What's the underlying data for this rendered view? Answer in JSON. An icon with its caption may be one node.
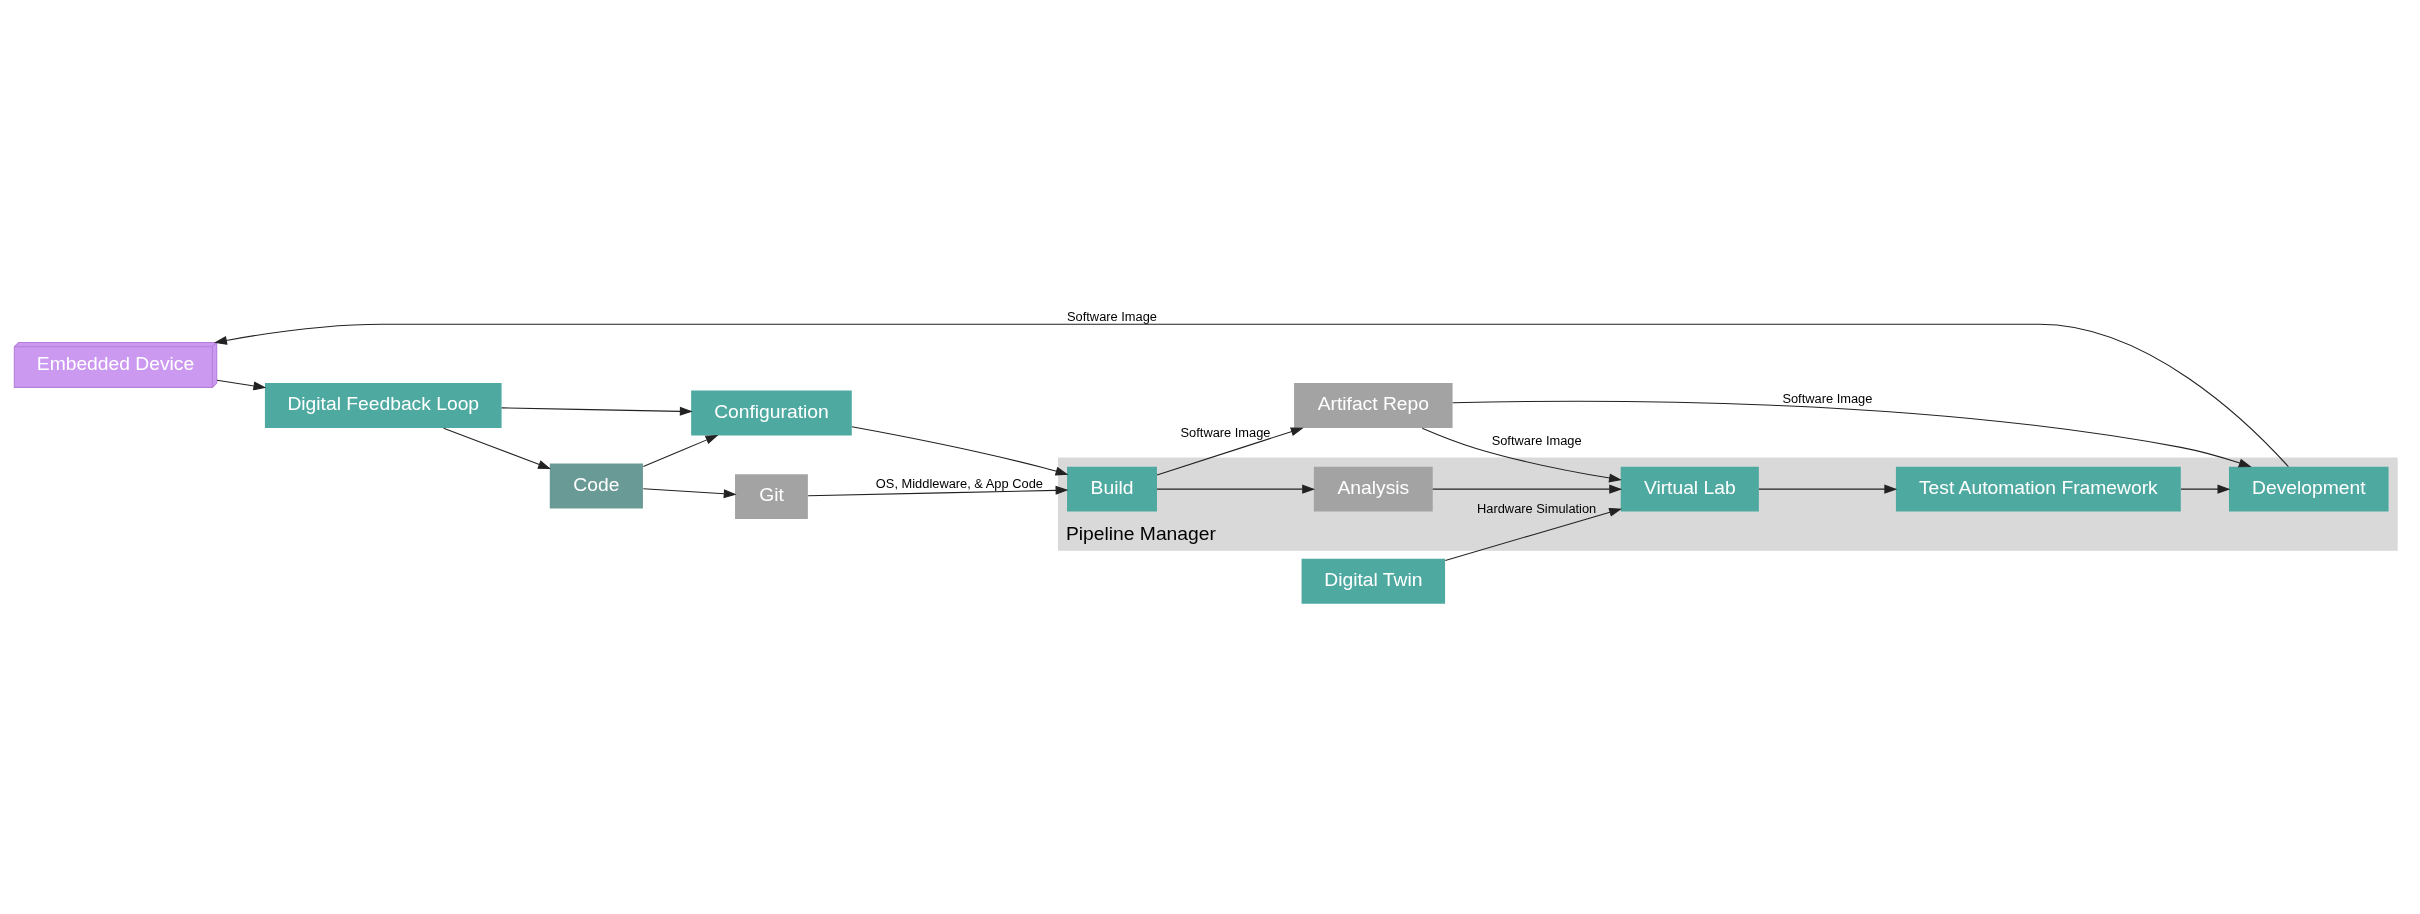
{
  "diagram": {
    "nodes": [
      {
        "text": [
          "Pipeline Manager"
        ]
      },
      {
        "text": [
          "Code"
        ]
      },
      {
        "text": [
          "Configuration"
        ]
      },
      {
        "text": [
          "Git"
        ]
      },
      {
        "text": [
          "Build"
        ],
        "in": 0
      },
      {
        "text": [
          "Analysis"
        ],
        "in": 0
      },
      {
        "text": [
          "Virtual Lab"
        ],
        "in": 0
      },
      {
        "text": [
          "Test Automation Framework"
        ],
        "in": 0
      },
      {
        "text": [
          "Development"
        ],
        "in": 0
      },
      {
        "text": [
          "Artifact Repo"
        ]
      },
      {
        "text": [
          "Embedded Device"
        ]
      },
      {
        "text": [
          "Digital Twin"
        ]
      },
      {
        "text": [
          "Digital Feedback Loop"
        ]
      }
    ],
    "edges": [
      {
        "from": 1,
        "to": 3,
        "arrow": "to"
      },
      {
        "from": 3,
        "to": 4,
        "arrow": "to",
        "label": "OS, Middleware, & App Code"
      },
      {
        "from": 1,
        "to": 2,
        "arrow": "to"
      },
      {
        "from": 2,
        "to": 4,
        "arrow": "to"
      },
      {
        "from": 4,
        "to": 9,
        "arrow": "to",
        "label": "Software Image"
      },
      {
        "from": 4,
        "to": 5,
        "arrow": "to"
      },
      {
        "from": 5,
        "to": 6,
        "arrow": "to"
      },
      {
        "from": 9,
        "to": 6,
        "arrow": "to",
        "label": "Software Image"
      },
      {
        "from": 9,
        "to": 8,
        "arrow": "to",
        "label": "Software Image"
      },
      {
        "from": 6,
        "to": 7,
        "arrow": "to"
      },
      {
        "from": 7,
        "to": 8,
        "arrow": "to"
      },
      {
        "from": 8,
        "to": 10,
        "arrow": "to",
        "label": "Software Image"
      },
      {
        "from": 11,
        "to": 6,
        "arrow": "to",
        "label": "Hardware Simulation"
      },
      {
        "from": 10,
        "to": 12,
        "arrow": "to"
      },
      {
        "from": 12,
        "to": 1,
        "arrow": "to"
      },
      {
        "from": 12,
        "to": 2,
        "arrow": "to"
      }
    ]
  }
}
